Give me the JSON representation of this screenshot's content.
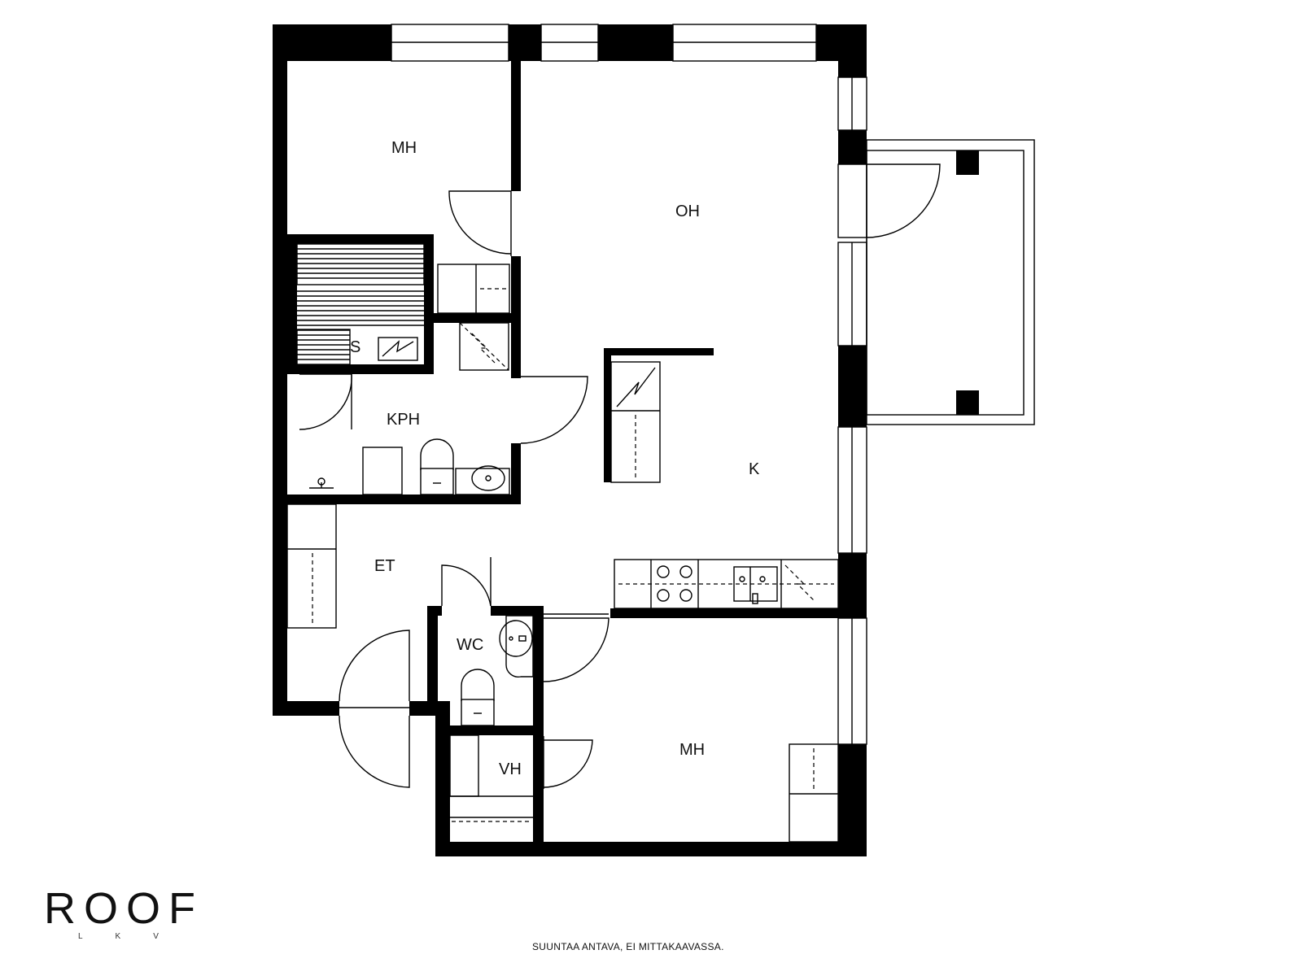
{
  "rooms": {
    "mh_top": "MH",
    "oh": "OH",
    "s": "S",
    "kph": "KPH",
    "k": "K",
    "et": "ET",
    "wc": "WC",
    "vh": "VH",
    "mh_bottom": "MH"
  },
  "logo": {
    "name": "ROOF",
    "sub": "LKV"
  },
  "footer": {
    "disclaimer": "SUUNTAA ANTAVA, EI MITTAKAAVASSA."
  },
  "colors": {
    "wall": "#000000",
    "background": "#ffffff"
  }
}
